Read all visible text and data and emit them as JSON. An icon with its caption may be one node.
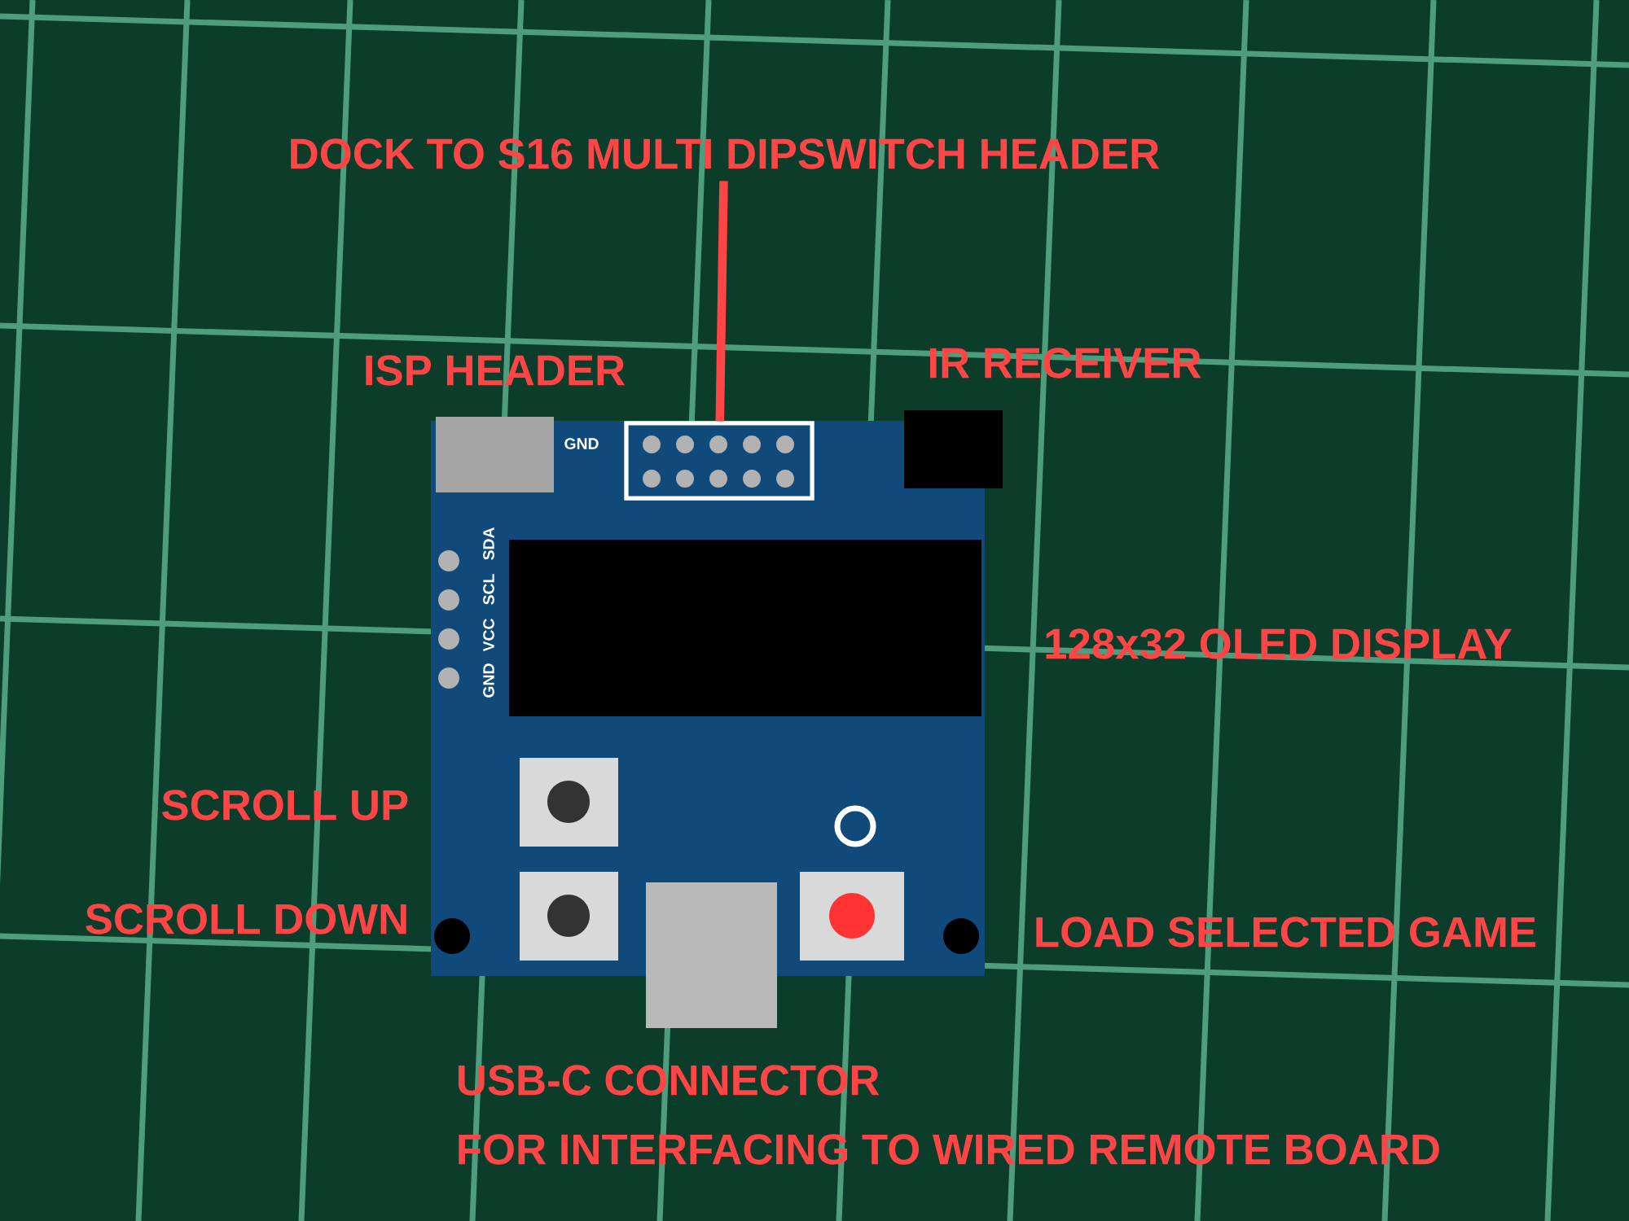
{
  "diagram": {
    "nodes": [
      {
        "text": [
          "DOCK TO S16 MULTI DIPSWITCH HEADER"
        ]
      },
      {
        "text": [],
        "shape": "box"
      }
    ],
    "edges": [
      {
        "from": 0,
        "to": 1,
        "arrow": "none"
      }
    ],
    "labels": [
      "ISP HEADER",
      "IR RECEIVER",
      "128x32 OLED DISPLAY",
      "SCROLL UP",
      "SCROLL DOWN",
      "LOAD SELECTED GAME",
      "USB-C CONNECTOR",
      "FOR INTERFACING TO WIRED REMOTE BOARD",
      "GND",
      "SDA",
      "SCL",
      "VCC",
      "GND"
    ]
  }
}
